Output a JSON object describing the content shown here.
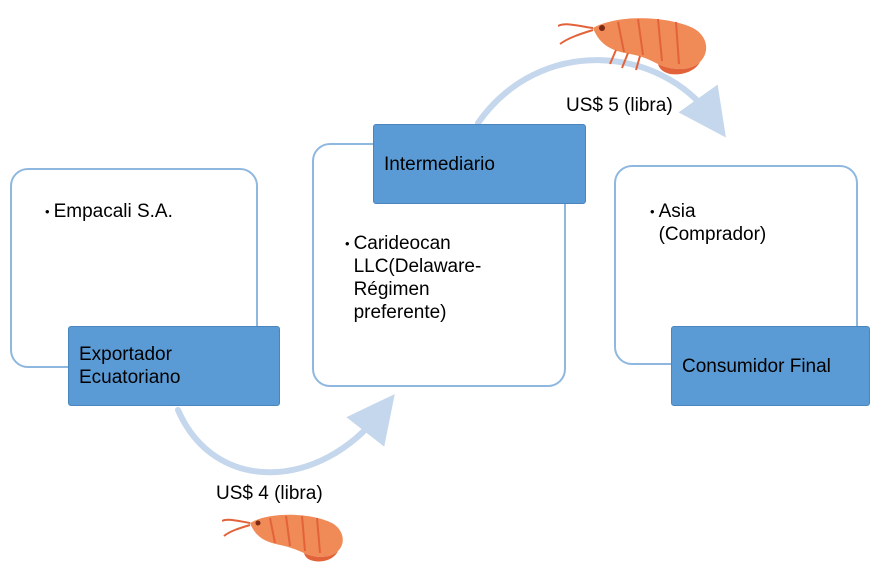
{
  "colors": {
    "box_border": "#8fb8e0",
    "label_fill": "#5b9bd5",
    "label_border": "#4a86bd",
    "arrow": "#c5d7ec",
    "shrimp_body": "#f08a57",
    "shrimp_shade": "#e2633a"
  },
  "icons": {
    "top": "shrimp-icon",
    "bottom": "shrimp-icon"
  },
  "exporter": {
    "item": "Empacali S.A.",
    "label": "Exportador\nEcuatoriano"
  },
  "intermediary": {
    "item": "Carideocan\nLLC(Delaware-\nRégimen\npreferente)",
    "label": "Intermediario"
  },
  "consumer": {
    "item": "Asia\n(Comprador)",
    "label": "Consumidor Final"
  },
  "prices": {
    "first": "US$ 4 (libra)",
    "second": "US$ 5 (libra)"
  }
}
